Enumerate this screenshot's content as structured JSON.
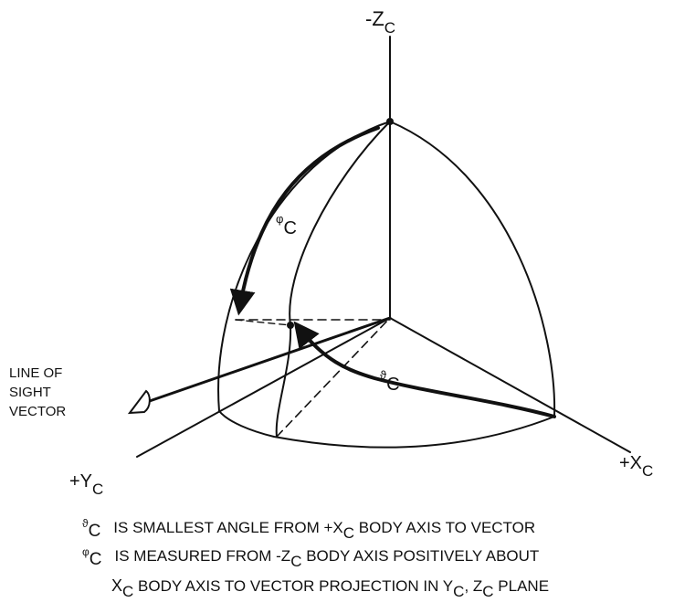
{
  "axes": {
    "z_neg": {
      "sign": "-Z",
      "sub": "C"
    },
    "y_pos": {
      "sign": "+Y",
      "sub": "C"
    },
    "x_pos": {
      "sign": "+X",
      "sub": "C"
    }
  },
  "vector_label": [
    "LINE OF",
    "SIGHT",
    "VECTOR"
  ],
  "angles": {
    "theta": {
      "sym": "ϑ",
      "sub": "C"
    },
    "phi": {
      "sym": "φ",
      "sub": "C"
    }
  },
  "legend": {
    "line1": {
      "sym": "ϑ",
      "sub": "C",
      "text": "IS SMALLEST ANGLE FROM +X",
      "sub2": "C",
      "text2": " BODY AXIS TO VECTOR"
    },
    "line2": {
      "sym": "φ",
      "sub": "C",
      "text": "IS MEASURED FROM -Z",
      "sub2": "C",
      "text2": " BODY AXIS POSITIVELY ABOUT"
    },
    "line3": {
      "a": "X",
      "asub": "C",
      "b": " BODY AXIS TO VECTOR PROJECTION IN Y",
      "bsub": "C",
      "c": ",  Z",
      "csub": "C",
      "d": " PLANE"
    }
  }
}
